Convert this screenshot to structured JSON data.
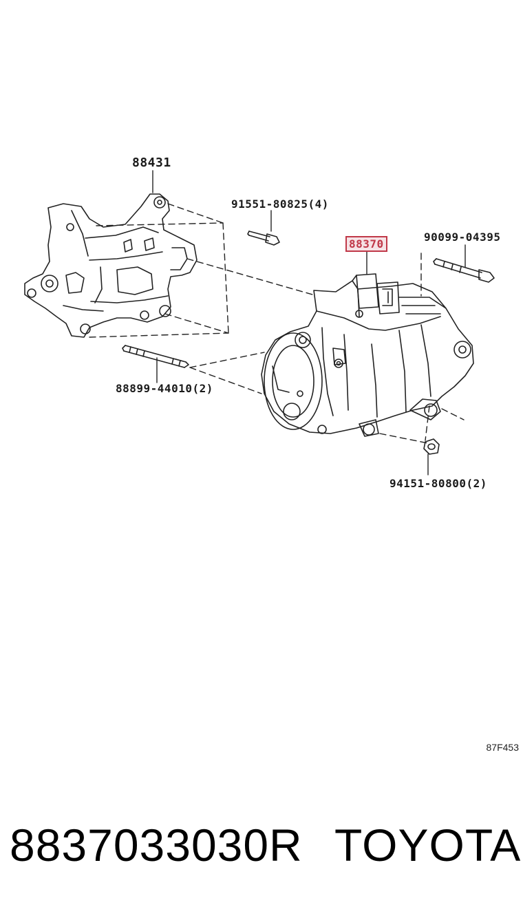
{
  "diagram": {
    "parts": {
      "bracket": "88431",
      "bolt_top": "91551-80825(4)",
      "compressor": "88370",
      "bolt_right": "90099-04395",
      "stud": "88899-44010(2)",
      "nut": "94151-80800(2)"
    },
    "highlight_color": "#c03848",
    "illustration_code": "87F453"
  },
  "footer": {
    "part_number": "8837033030R",
    "brand": "TOYOTA"
  }
}
